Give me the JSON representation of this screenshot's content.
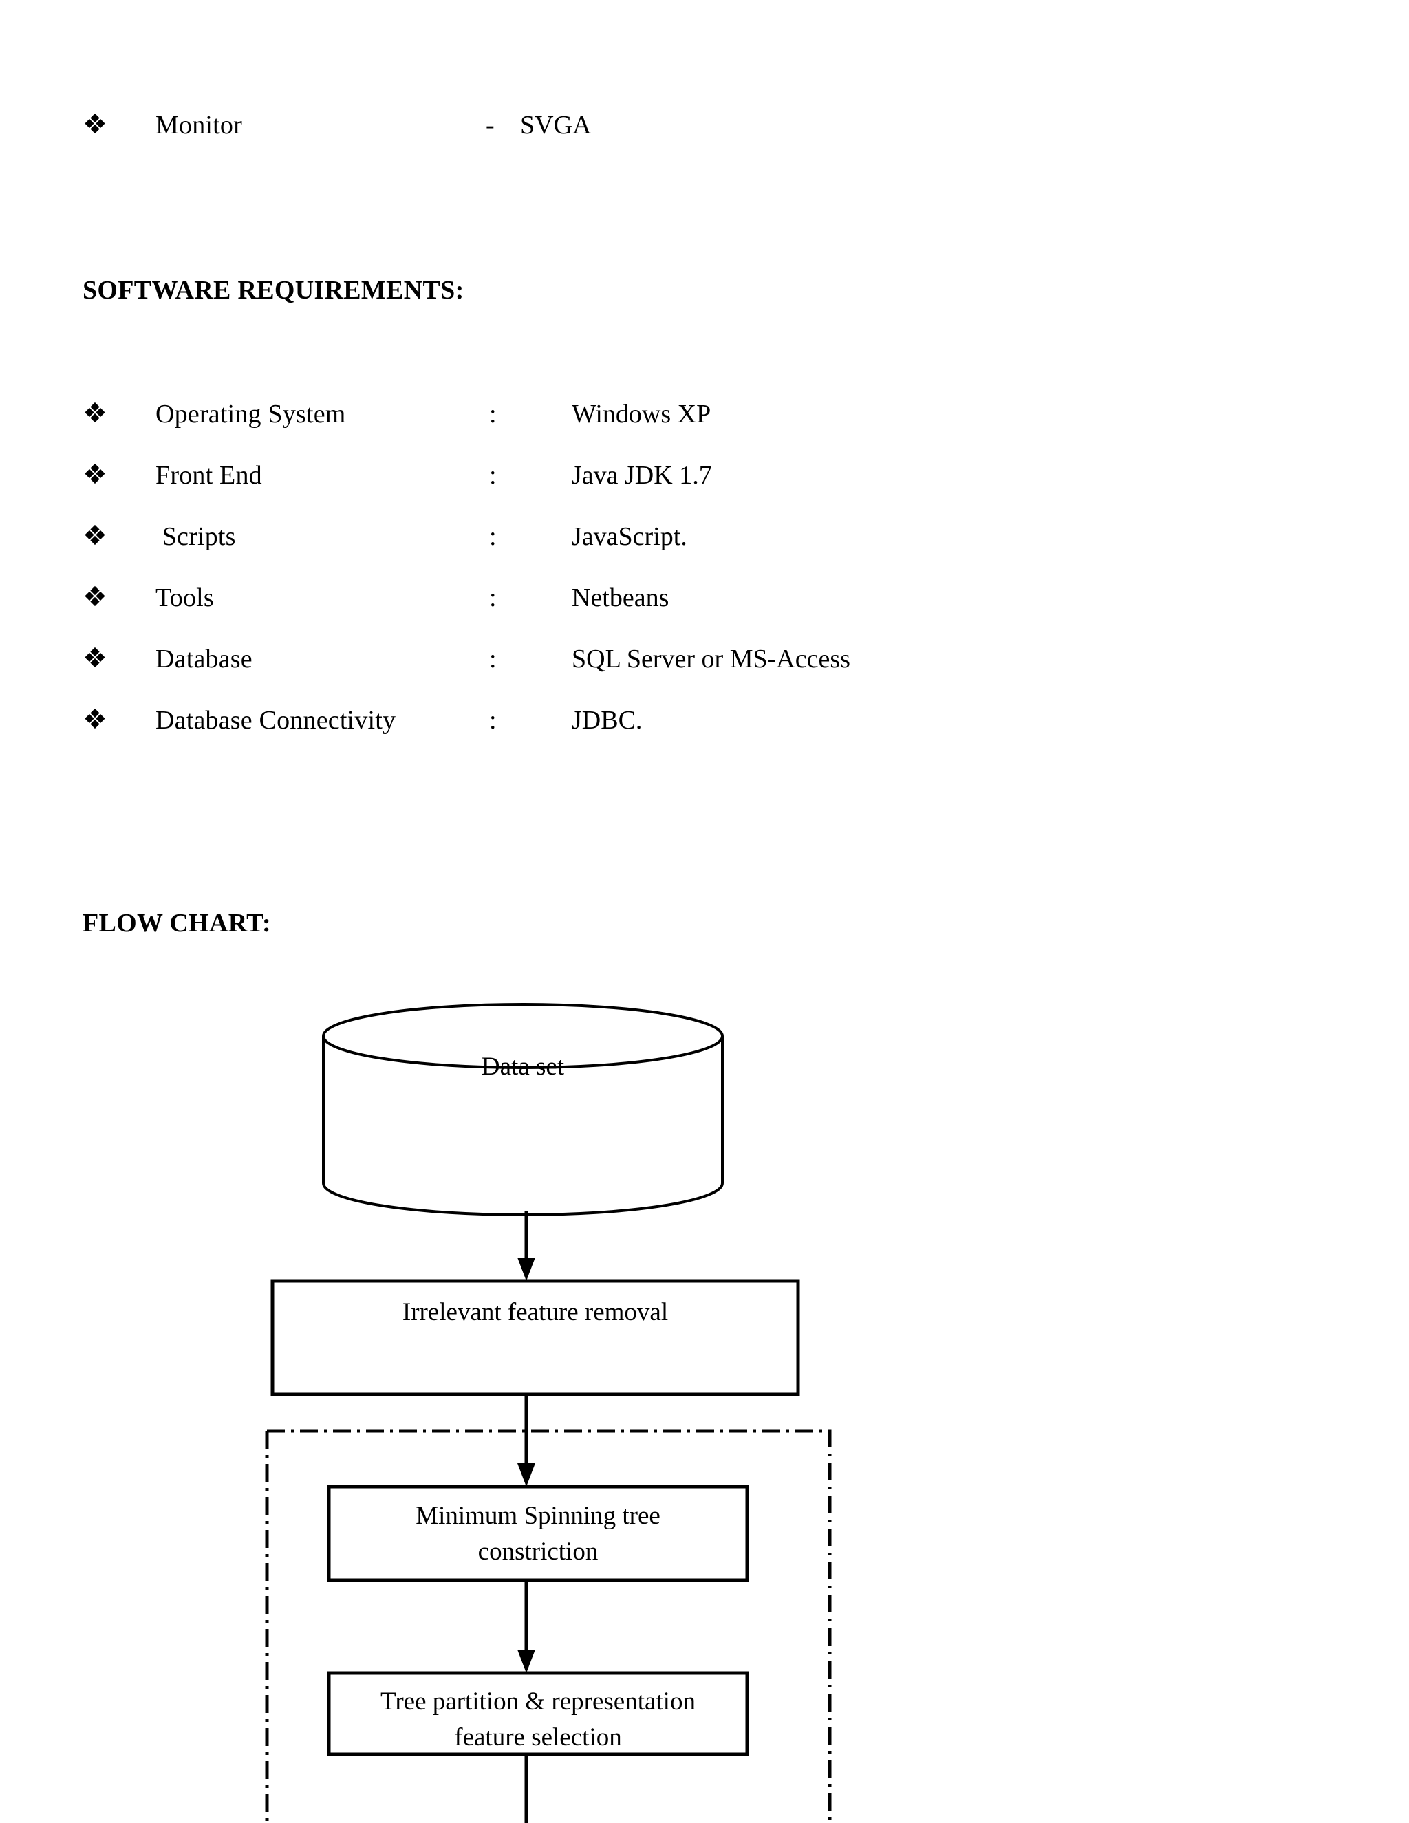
{
  "document": {
    "hardware_tail": {
      "bullet": "❖",
      "label": "Monitor",
      "separator": "-",
      "value": "SVGA"
    },
    "software_heading": "SOFTWARE REQUIREMENTS:",
    "software_requirements": [
      {
        "bullet": "❖",
        "label": "Operating System",
        "separator": ":",
        "value": "Windows XP"
      },
      {
        "bullet": "❖",
        "label": "Front End",
        "separator": ":",
        "value": "Java JDK 1.7"
      },
      {
        "bullet": "❖",
        "label": " Scripts",
        "separator": ":",
        "value": "JavaScript."
      },
      {
        "bullet": "❖",
        "label": "Tools",
        "separator": ":",
        "value": "Netbeans"
      },
      {
        "bullet": "❖",
        "label": "Database",
        "separator": ":",
        "value": "SQL Server or MS-Access"
      },
      {
        "bullet": "❖",
        "label": "Database Connectivity",
        "separator": ":",
        "value": "JDBC."
      }
    ],
    "flowchart_heading": "FLOW CHART:",
    "flowchart": {
      "datastore_label": "Data set",
      "step_1_label": "Irrelevant feature removal",
      "step_2_label": "Minimum Spinning tree\nconstriction",
      "step_3_label": "Tree partition & representation\nfeature selection"
    }
  },
  "colors": {
    "page_background": "#ffffff",
    "ink": "#000000",
    "stroke": "#000000"
  }
}
